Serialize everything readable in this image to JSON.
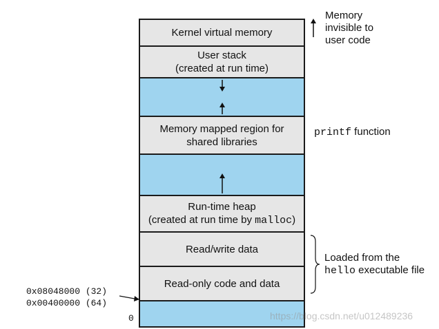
{
  "segments": {
    "kernel": "Kernel virtual memory",
    "user_stack_line1": "User stack",
    "user_stack_line2": "(created at run time)",
    "mmap_line1": "Memory mapped region for",
    "mmap_line2": "shared libraries",
    "heap_line1": "Run-time heap",
    "heap_line2_prefix": "(created at run time by ",
    "heap_line2_code": "malloc",
    "heap_line2_suffix": ")",
    "rw_data": "Read/write data",
    "ro_code": "Read-only code and data"
  },
  "annotations": {
    "memory_invisible_line1": "Memory",
    "memory_invisible_line2": "invisible to",
    "memory_invisible_line3": "user code",
    "printf_code": "printf",
    "printf_suffix": " function",
    "loaded_line1": "Loaded from the",
    "loaded_line2_code": "hello",
    "loaded_line2_suffix": " executable file"
  },
  "addresses": {
    "addr_32": "0x08048000 (32)",
    "addr_64": "0x00400000 (64)",
    "zero": "0"
  },
  "watermark": "https://blog.csdn.net/u012489236",
  "colors": {
    "gray_segment": "#e6e6e6",
    "blue_segment": "#9fd4ef",
    "border": "#1a1a1a"
  }
}
